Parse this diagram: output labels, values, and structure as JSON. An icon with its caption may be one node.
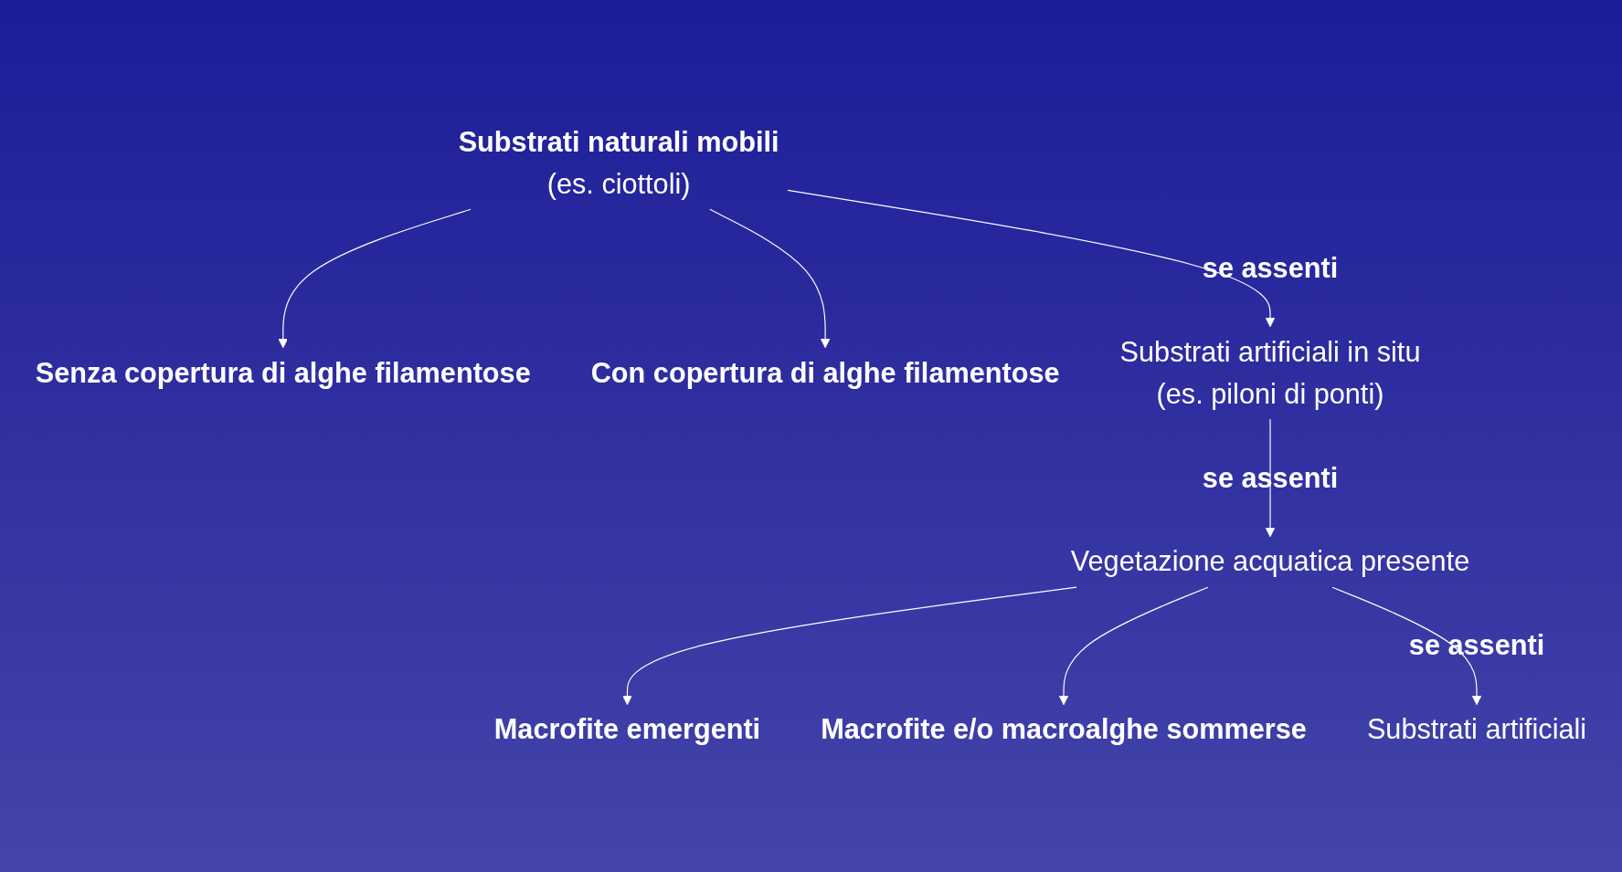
{
  "diagram": {
    "nodes": [
      {
        "text": [
          "Substrati naturali mobili",
          "(es. ciottoli)"
        ]
      },
      {
        "text": [
          "Senza copertura di alghe filamentose"
        ]
      },
      {
        "text": [
          "Con copertura di alghe filamentose"
        ]
      },
      {
        "text": [
          "Substrati artificiali in situ",
          "(es. piloni di ponti)"
        ]
      },
      {
        "text": [
          "Vegetazione acquatica presente"
        ]
      },
      {
        "text": [
          "Macrofite emergenti"
        ]
      },
      {
        "text": [
          "Macrofite e/o macroalghe sommerse"
        ]
      },
      {
        "text": [
          "Substrati artificiali"
        ]
      }
    ],
    "edges": [
      {
        "from": 0,
        "to": 1,
        "arrow": "to"
      },
      {
        "from": 0,
        "to": 2,
        "arrow": "to"
      },
      {
        "from": 0,
        "to": 3,
        "arrow": "to",
        "label": "se assenti"
      },
      {
        "from": 3,
        "to": 4,
        "arrow": "to",
        "label": "se assenti"
      },
      {
        "from": 4,
        "to": 5,
        "arrow": "to"
      },
      {
        "from": 4,
        "to": 6,
        "arrow": "to"
      },
      {
        "from": 4,
        "to": 7,
        "arrow": "to",
        "label": "se assenti"
      }
    ]
  }
}
